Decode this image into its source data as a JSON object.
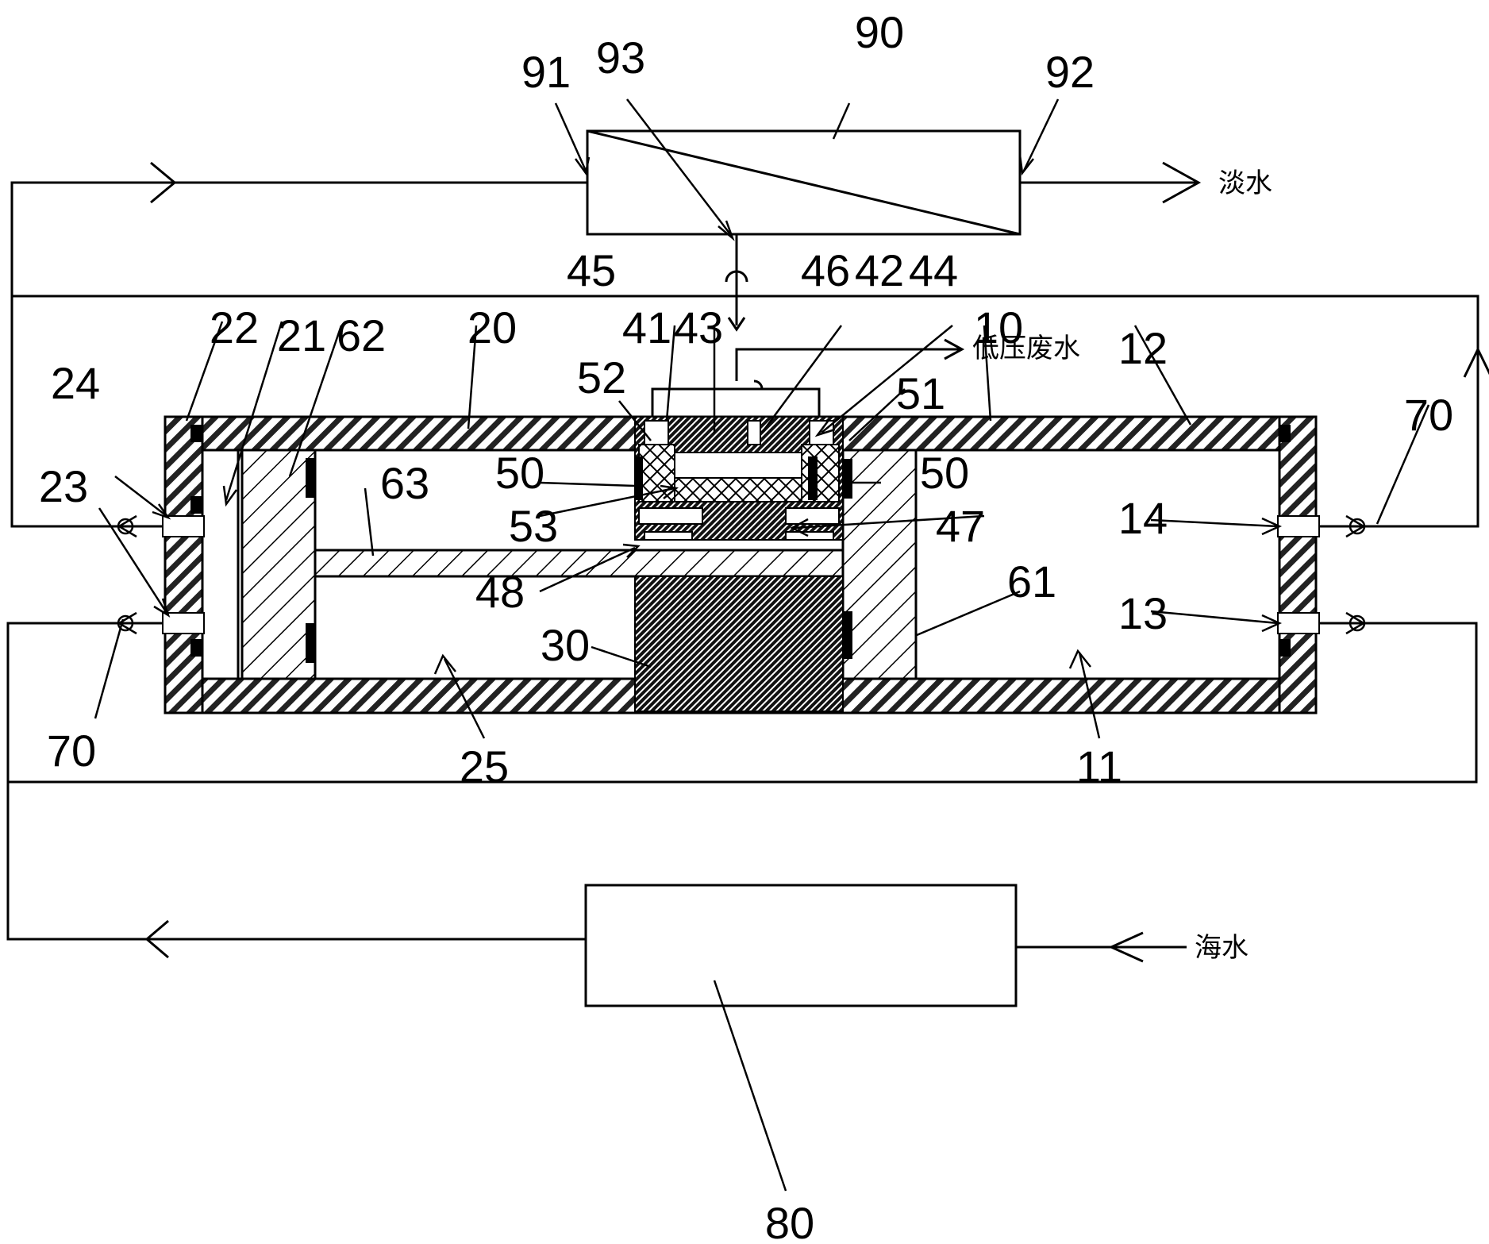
{
  "labels": {
    "n90": "90",
    "n91": "91",
    "n93": "93",
    "n92": "92",
    "n45": "45",
    "n46": "46",
    "n42": "42",
    "n44": "44",
    "n22": "22",
    "n21": "21",
    "n62": "62",
    "n20": "20",
    "n41": "41",
    "n43": "43",
    "n10": "10",
    "n12": "12",
    "n52": "52",
    "n51": "51",
    "n24": "24",
    "n70a": "70",
    "n50a": "50",
    "n50b": "50",
    "n63": "63",
    "n53": "53",
    "n47": "47",
    "n14": "14",
    "n23": "23",
    "n48": "48",
    "n61": "61",
    "n13": "13",
    "n30": "30",
    "n70b": "70",
    "n25": "25",
    "n11": "11",
    "n80": "80"
  },
  "flow_text": {
    "fresh_water": "淡水",
    "low_pressure_waste": "低压废水",
    "seawater": "海水"
  }
}
